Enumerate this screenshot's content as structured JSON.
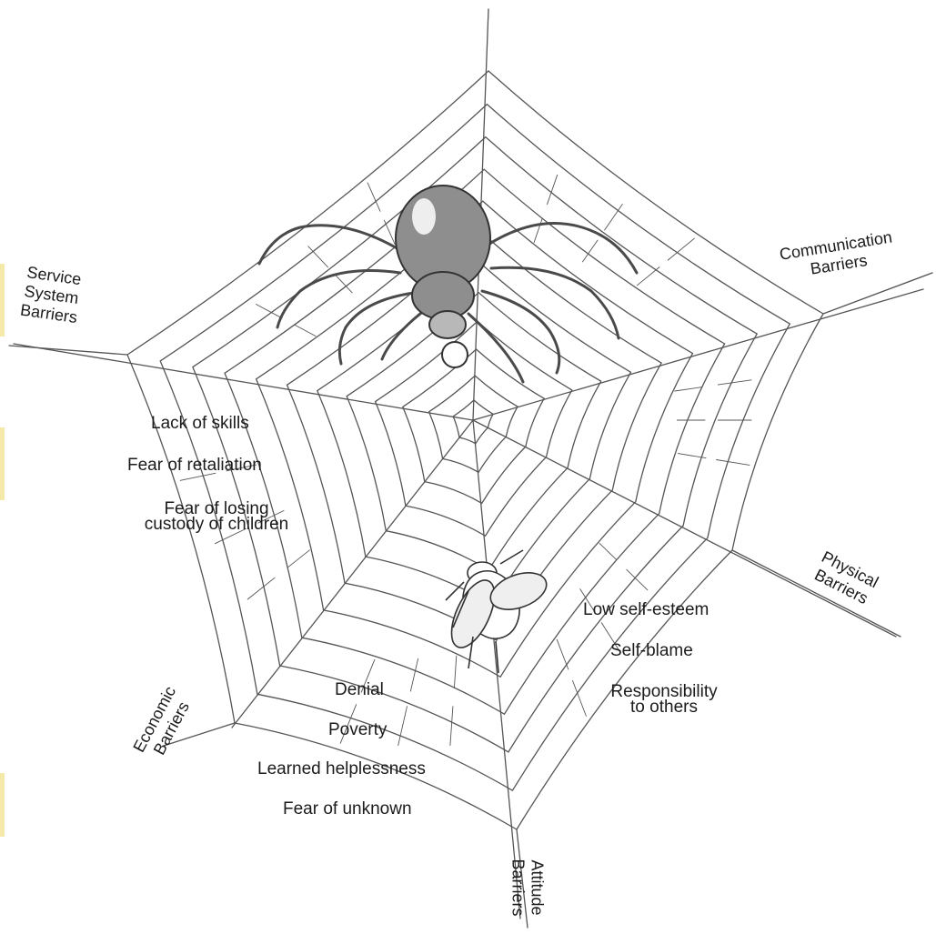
{
  "categories": {
    "service_system": [
      "Service",
      "System",
      "Barriers"
    ],
    "communication": [
      "Communication",
      "Barriers"
    ],
    "physical": [
      "Physical",
      "Barriers"
    ],
    "attitude": [
      "Attitude",
      "Barriers"
    ],
    "economic": [
      "Economic",
      "Barriers"
    ]
  },
  "barriers": {
    "lack_of_skills": "Lack of skills",
    "fear_of_retaliation": "Fear of retaliation",
    "fear_of_losing_custody": [
      "Fear of losing",
      "custody of children"
    ],
    "low_self_esteem": "Low self-esteem",
    "self_blame": "Self-blame",
    "responsibility_to_others": [
      "Responsibility",
      "to others"
    ],
    "denial": "Denial",
    "poverty": "Poverty",
    "learned_helplessness": "Learned helplessness",
    "fear_of_unknown": "Fear of unknown"
  },
  "colors": {
    "ink": "#555555",
    "spider_body": "#8e8e8e",
    "text": "#1b1b1b",
    "edge_strip": "#f4e9a8"
  },
  "icons": {
    "spider": "spider-icon",
    "fly": "fly-icon"
  }
}
